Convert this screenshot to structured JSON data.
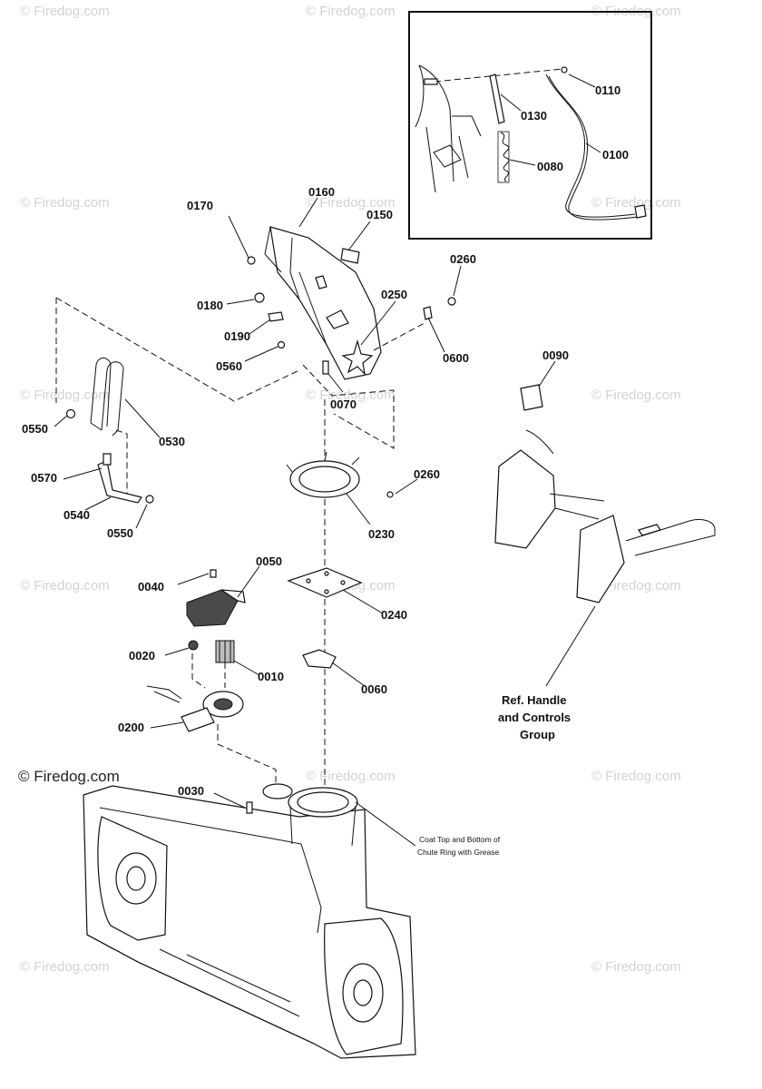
{
  "watermark": "© Firedog.com",
  "parts": {
    "p0110": "0110",
    "p0130": "0130",
    "p0100": "0100",
    "p0080": "0080",
    "p0160": "0160",
    "p0170": "0170",
    "p0150": "0150",
    "p0260a": "0260",
    "p0180": "0180",
    "p0250": "0250",
    "p0190": "0190",
    "p0600": "0600",
    "p0560": "0560",
    "p0070": "0070",
    "p0090": "0090",
    "p0550a": "0550",
    "p0530": "0530",
    "p0570": "0570",
    "p0260b": "0260",
    "p0540": "0540",
    "p0550b": "0550",
    "p0230": "0230",
    "p0050": "0050",
    "p0040": "0040",
    "p0240": "0240",
    "p0020": "0020",
    "p0010": "0010",
    "p0060": "0060",
    "p0200": "0200",
    "p0030": "0030"
  },
  "reference": {
    "line1": "Ref. Handle",
    "line2": "and Controls",
    "line3": "Group"
  },
  "note": {
    "line1": "Coat Top and Bottom of",
    "line2": "Chute Ring with Grease"
  }
}
